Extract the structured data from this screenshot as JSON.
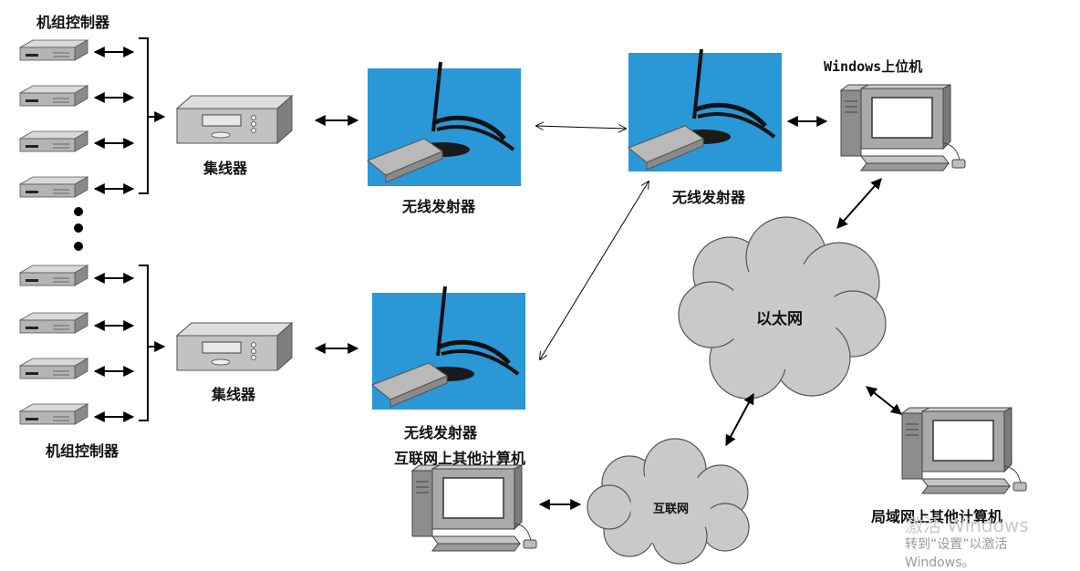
{
  "labels": {
    "controller_group_top": "机组控制器",
    "controller_group_bottom": "机组控制器",
    "hub_top": "集线器",
    "hub_bottom": "集线器",
    "transmitter_top_left": "无线发射器",
    "transmitter_top_right": "无线发射器",
    "transmitter_bottom": "无线发射器",
    "windows_host": "Windows上位机",
    "ethernet": "以太网",
    "internet": "互联网",
    "internet_computer": "互联网上其他计算机",
    "lan_computer": "局域网上其他计算机"
  },
  "watermark": {
    "line1": "激活 Windows",
    "line2": "转到“设置”以激活 Windows。"
  },
  "colors": {
    "antenna_bg": "#2a97d6",
    "cloud": "#c9c9c9",
    "device": "#a8a8a8"
  }
}
